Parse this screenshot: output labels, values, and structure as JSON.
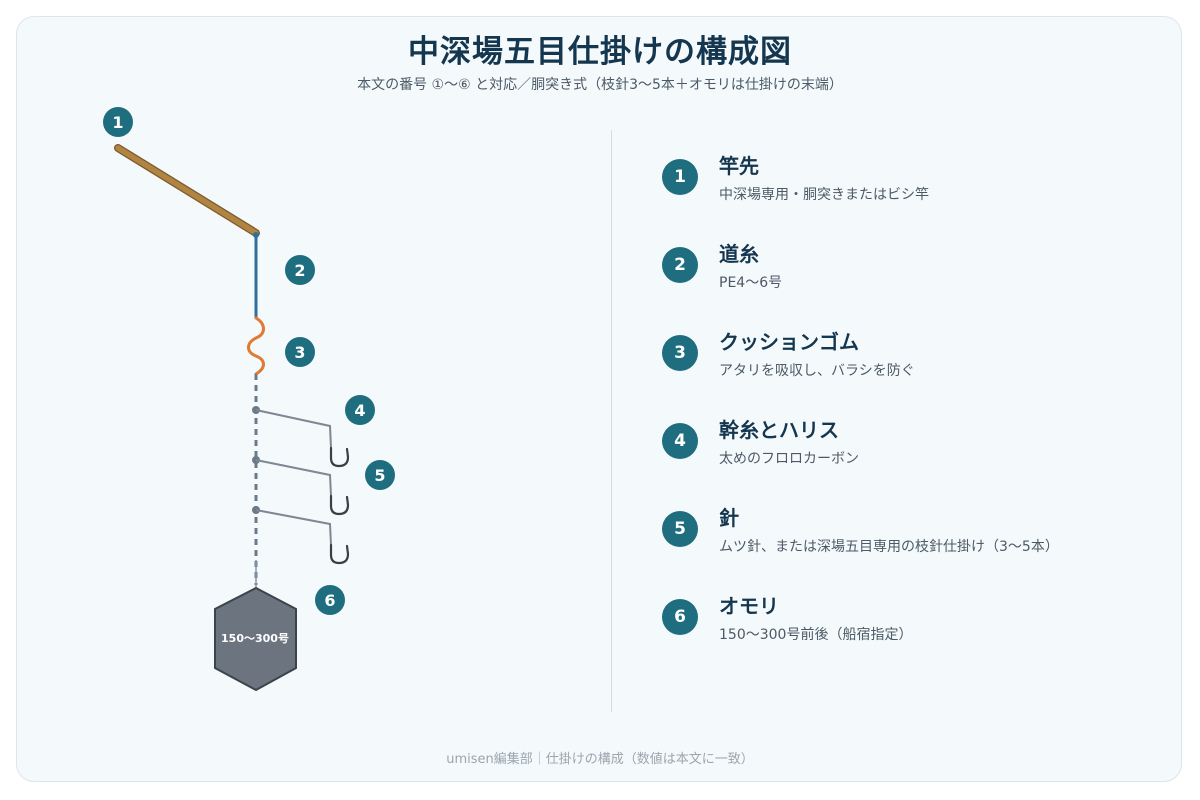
{
  "title": "中深場五目仕掛けの構成図",
  "subtitle": "本文の番号 ①〜⑥ と対応／胴突き式（枝針3〜5本＋オモリは仕掛けの末端）",
  "sinker_label": "150〜300号",
  "footer": "umisen編集部｜仕掛けの構成（数値は本文に一致）",
  "colors": {
    "badge": "#1e6e80",
    "rod": "#a87a3c",
    "main_line": "#2e6f9e",
    "cushion_rubber": "#e07a35",
    "trunk_line": "#6b7a88",
    "hook": "#3b3f45",
    "sinker": "#6c7480"
  },
  "legend": [
    {
      "num": "1",
      "name": "竿先",
      "desc": "中深場専用・胴突きまたはビシ竿"
    },
    {
      "num": "2",
      "name": "道糸",
      "desc": "PE4〜6号"
    },
    {
      "num": "3",
      "name": "クッションゴム",
      "desc": "アタリを吸収し、バラシを防ぐ"
    },
    {
      "num": "4",
      "name": "幹糸とハリス",
      "desc": "太めのフロロカーボン"
    },
    {
      "num": "5",
      "name": "針",
      "desc": "ムツ針、または深場五目専用の枝針仕掛け（3〜5本）"
    },
    {
      "num": "6",
      "name": "オモリ",
      "desc": "150〜300号前後（船宿指定）"
    }
  ]
}
